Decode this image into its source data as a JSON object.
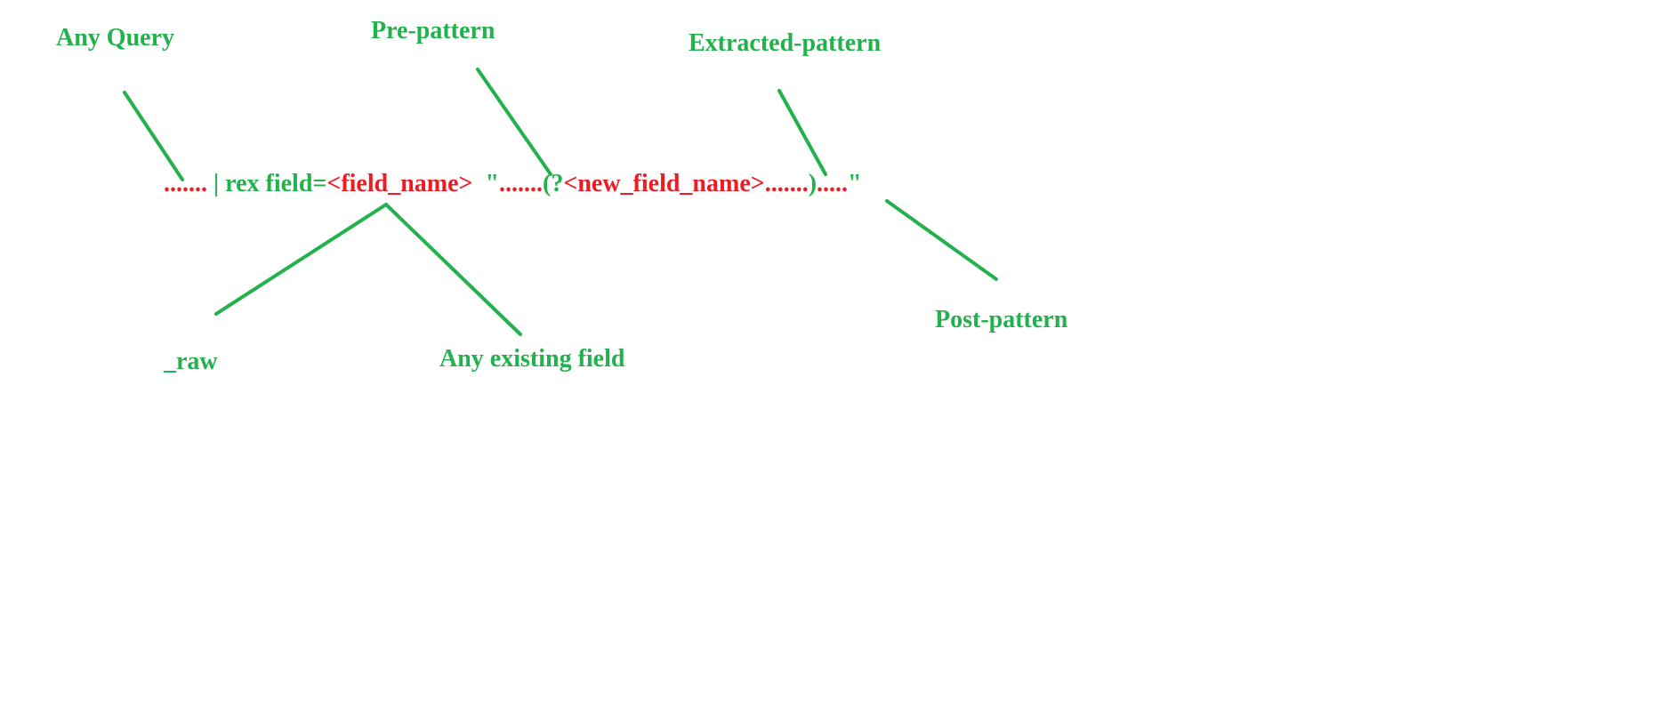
{
  "colors": {
    "green": "#22b14c",
    "red": "#ed1c24",
    "background": "#ffffff"
  },
  "labels": {
    "any_query": "Any Query",
    "pre_pattern": "Pre-pattern",
    "extracted_pattern": "Extracted-pattern",
    "raw": "_raw",
    "any_existing_field": "Any existing field",
    "post_pattern": "Post-pattern"
  },
  "syntax": {
    "query_dots": ".......",
    "pipe_rex": " | rex field=",
    "field_name_token": "<field_name>",
    "gap": "  ",
    "open_quote": "\"",
    "pre_dots": ".......",
    "group_open": "(?",
    "new_field_token": "<new_field_name>",
    "extract_dots": ".......",
    "group_close": ")",
    "post_dots": ".....",
    "close_quote": "\""
  }
}
